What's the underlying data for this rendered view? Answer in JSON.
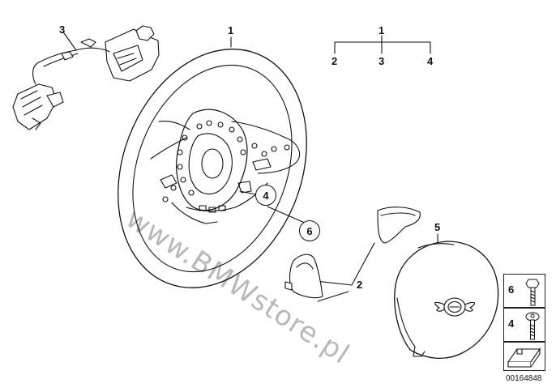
{
  "diagram": {
    "callouts": {
      "wiring_harness": "3",
      "steering_wheel": "1",
      "tree_top": "1",
      "tree_left": "2",
      "tree_mid": "3",
      "tree_right": "4",
      "trim_cover": "2",
      "airbag": "5"
    },
    "circled": {
      "part_4": "4",
      "part_6": "6"
    },
    "watermark": "www.BMWstore.pl",
    "legend": [
      {
        "num": "6",
        "icon": "hex-head-bolt-icon"
      },
      {
        "num": "4",
        "icon": "torx-bolt-icon"
      }
    ],
    "diagram_id": "00164848"
  }
}
